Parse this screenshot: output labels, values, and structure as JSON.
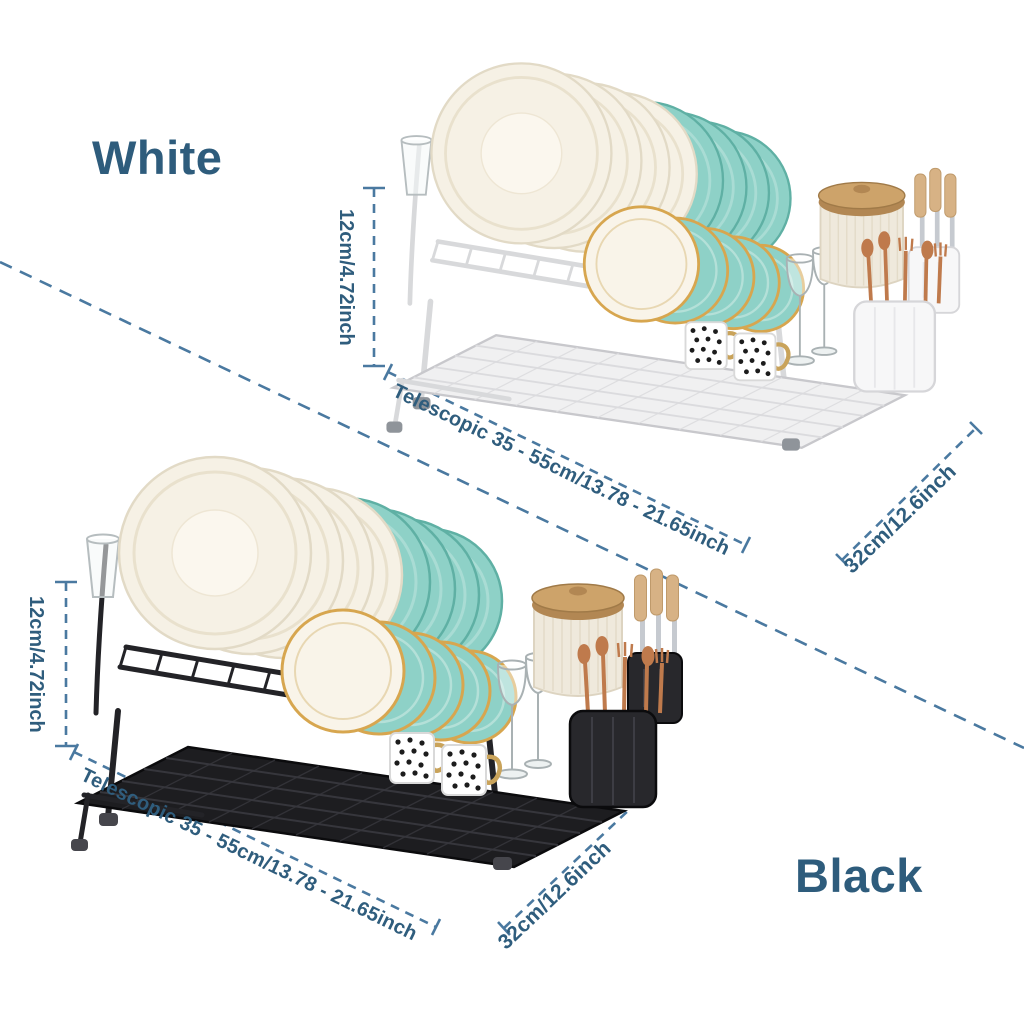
{
  "page": {
    "background": "#ffffff",
    "colors": {
      "heading_text": "#2e5c7c",
      "dimension_text": "#2f5d7d",
      "dimension_line": "#4a79a0",
      "plate_teal": "#8ed1c7",
      "plate_cream": "#f6f1e5",
      "rim_gold": "#d7a64f",
      "utensil_copper": "#bf7a4c",
      "wood_lid": "#cda36a",
      "rack_white_frame": "#d8d9db",
      "rack_black_frame": "#232327"
    }
  },
  "products": [
    {
      "id": "white",
      "label": "White",
      "dimensions": {
        "height": "12cm/4.72inch",
        "length": "Telescopic 35 - 55cm/13.78 - 21.65inch",
        "depth": "32cm/12.6inch"
      }
    },
    {
      "id": "black",
      "label": "Black",
      "dimensions": {
        "height": "12cm/4.72inch",
        "length": "Telescopic 35 - 55cm/13.78 - 21.65inch",
        "depth": "32cm/12.6inch"
      }
    }
  ]
}
